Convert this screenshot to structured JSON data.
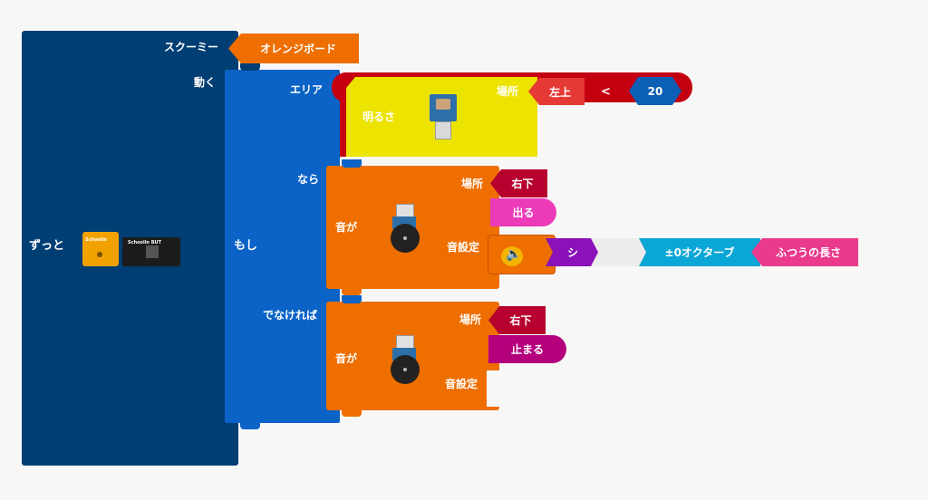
{
  "forever": {
    "label": "ずっと"
  },
  "motor_block": {
    "label": "スクーミー",
    "value": "オレンジボード",
    "move_label": "動く"
  },
  "if_block": {
    "label": "もし",
    "condition_label": "エリア",
    "then_label": "なら",
    "else_label": "でなければ"
  },
  "brightness": {
    "label": "明るさ",
    "place_label": "場所",
    "place_value": "左上",
    "operator": "<",
    "threshold": "20"
  },
  "sound_then": {
    "label": "音が",
    "place_label": "場所",
    "place_value": "右下",
    "action": "出る",
    "setting_label": "音設定",
    "note": "シ",
    "octave": "±0オクターブ",
    "length": "ふつうの長さ"
  },
  "sound_else": {
    "label": "音が",
    "place_label": "場所",
    "place_value": "右下",
    "action": "止まる",
    "setting_label": "音設定"
  },
  "board_icons": {
    "board1": "Schoolin",
    "board2": "Schoolin BUT"
  },
  "colors": {
    "forever": "#003e73",
    "if": "#0b63c7",
    "orange": "#ee6e00",
    "red": "#c40010",
    "yellow": "#ece300",
    "crimson": "#b8002e",
    "magenta": "#ec3ab9",
    "purple": "#8a12b8",
    "cyan": "#0aa6d6",
    "pink": "#ea3a8c",
    "blue_hex": "#0b5fb5"
  }
}
